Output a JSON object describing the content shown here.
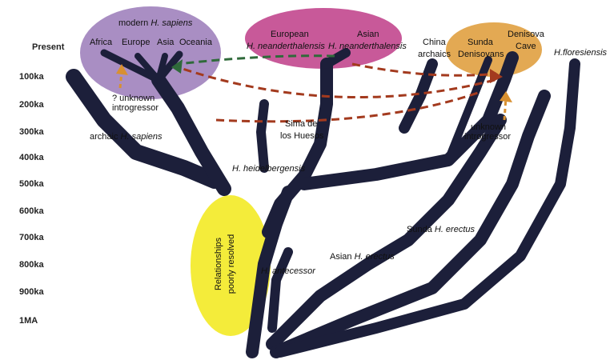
{
  "timescale": [
    "Present",
    "100ka",
    "200ka",
    "300ka",
    "400ka",
    "500ka",
    "600ka",
    "700ka",
    "800ka",
    "900ka",
    "1MA"
  ],
  "groups": {
    "modern": {
      "title_pre": "modern ",
      "title_it": "H. sapiens",
      "regions": [
        "Africa",
        "Europe",
        "Asia",
        "Oceania"
      ],
      "color": "#9a7ab8"
    },
    "neanderthal": {
      "european_line1": "European",
      "european_line2": "H. neanderthalensis",
      "asian_line1": "Asian",
      "asian_line2": "H. neanderthalensis",
      "color": "#c2478e"
    },
    "denisovan": {
      "sunda_line1": "Sunda",
      "sunda_line2": "Denisovans",
      "cave_line1": "Denisova",
      "cave_line2": "Cave",
      "color": "#e0a040"
    }
  },
  "labels": {
    "china_line1": "China",
    "china_line2": "archaics",
    "floresiensis": "H.floresiensis",
    "unknown_left_line1": "? unknown",
    "unknown_left_line2": "introgressor",
    "unknown_right_line1": "unknown",
    "unknown_right_line2": "introgressor",
    "archaic_pre": "archaic ",
    "archaic_it": "H. sapiens",
    "sima_line1": "Sima de",
    "sima_line2": "los Huesos",
    "heidelbergensis": "H. heidelbergensis",
    "sunda_erectus_pre": "Sunda ",
    "sunda_erectus_it": "H. erectus",
    "asian_erectus_pre": "Asian ",
    "asian_erectus_it": "H. erectus",
    "antecessor": "H. antecessor",
    "poorly_line1": "Relationships",
    "poorly_line2": "poorly resolved"
  },
  "colors": {
    "tree": "#1c1f3a",
    "gene_flow_red": "#a33a1e",
    "gene_flow_green": "#2f6a3a",
    "introgressor": "#d89030",
    "yellow": "#f4ec3a"
  }
}
